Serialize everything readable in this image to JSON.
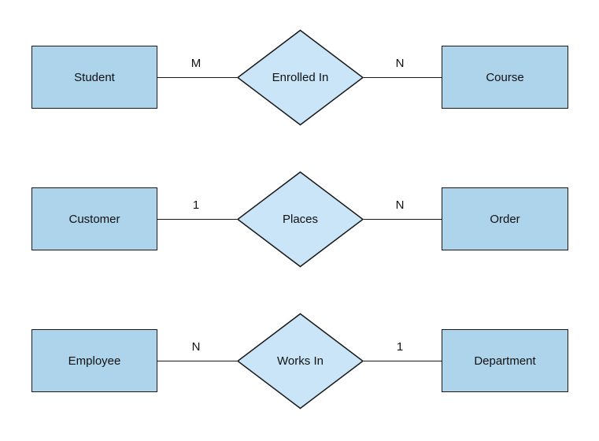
{
  "diagram": {
    "colors": {
      "background": "#FFFFFF",
      "entity_fill": "#AED4EC",
      "relationship_fill": "#C9E5F7",
      "stroke": "#1A1A1A",
      "text": "#111111"
    },
    "rows": [
      {
        "left_entity": "Student",
        "left_cardinality": "M",
        "relationship": "Enrolled In",
        "right_cardinality": "N",
        "right_entity": "Course"
      },
      {
        "left_entity": "Customer",
        "left_cardinality": "1",
        "relationship": "Places",
        "right_cardinality": "N",
        "right_entity": "Order"
      },
      {
        "left_entity": "Employee",
        "left_cardinality": "N",
        "relationship": "Works In",
        "right_cardinality": "1",
        "right_entity": "Department"
      }
    ]
  }
}
